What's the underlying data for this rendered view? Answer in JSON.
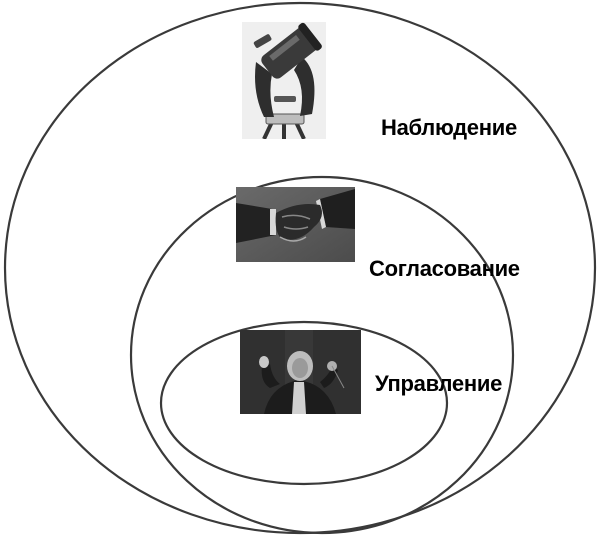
{
  "diagram": {
    "type": "nested-ellipses",
    "stroke_color": "#3a3a3a",
    "levels": [
      {
        "id": "observation",
        "label": "Наблюдение",
        "picture": "telescope-photo"
      },
      {
        "id": "coordination",
        "label": "Согласование",
        "picture": "handshake-photo"
      },
      {
        "id": "management",
        "label": "Управление",
        "picture": "conductor-photo"
      }
    ]
  }
}
